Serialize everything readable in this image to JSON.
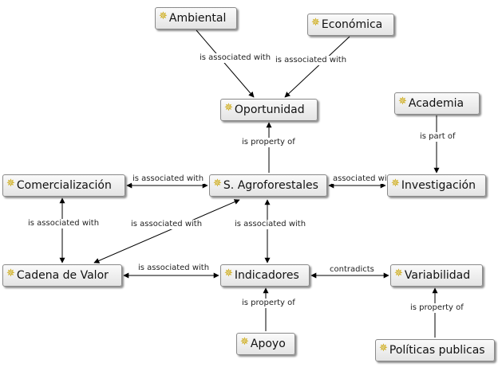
{
  "nodes": [
    {
      "id": "ambiental",
      "label": "Ambiental"
    },
    {
      "id": "economica",
      "label": "Económica"
    },
    {
      "id": "oportunidad",
      "label": "Oportunidad"
    },
    {
      "id": "academia",
      "label": "Academia"
    },
    {
      "id": "comercializacion",
      "label": "Comercialización"
    },
    {
      "id": "sagroforestales",
      "label": "S. Agroforestales"
    },
    {
      "id": "investigacion",
      "label": "Investigación"
    },
    {
      "id": "cadena",
      "label": "Cadena de Valor"
    },
    {
      "id": "indicadores",
      "label": "Indicadores"
    },
    {
      "id": "variabilidad",
      "label": "Variabilidad"
    },
    {
      "id": "apoyo",
      "label": "Apoyo"
    },
    {
      "id": "politicas",
      "label": "Políticas publicas"
    }
  ],
  "edges": [
    {
      "from": "ambiental",
      "to": "oportunidad",
      "label": "is associated with"
    },
    {
      "from": "economica",
      "to": "oportunidad",
      "label": "is associated with"
    },
    {
      "from": "sagroforestales",
      "to": "oportunidad",
      "label": "is property of"
    },
    {
      "from": "academia",
      "to": "investigacion",
      "label": "is part of"
    },
    {
      "from": "comercializacion",
      "to": "sagroforestales",
      "label": "is associated with"
    },
    {
      "from": "sagroforestales",
      "to": "investigacion",
      "label": "associated with"
    },
    {
      "from": "comercializacion",
      "to": "cadena",
      "label": "is associated with"
    },
    {
      "from": "sagroforestales",
      "to": "cadena",
      "label": "is associated with"
    },
    {
      "from": "sagroforestales",
      "to": "indicadores",
      "label": "is associated with"
    },
    {
      "from": "cadena",
      "to": "indicadores",
      "label": "is associated with"
    },
    {
      "from": "indicadores",
      "to": "variabilidad",
      "label": "contradicts"
    },
    {
      "from": "apoyo",
      "to": "indicadores",
      "label": "is property of"
    },
    {
      "from": "politicas",
      "to": "variabilidad",
      "label": "is property of"
    }
  ],
  "icon": "concept-star-icon",
  "colors": {
    "line": "#000000",
    "icon": "#caa400",
    "node_border": "#8a8a8a"
  }
}
